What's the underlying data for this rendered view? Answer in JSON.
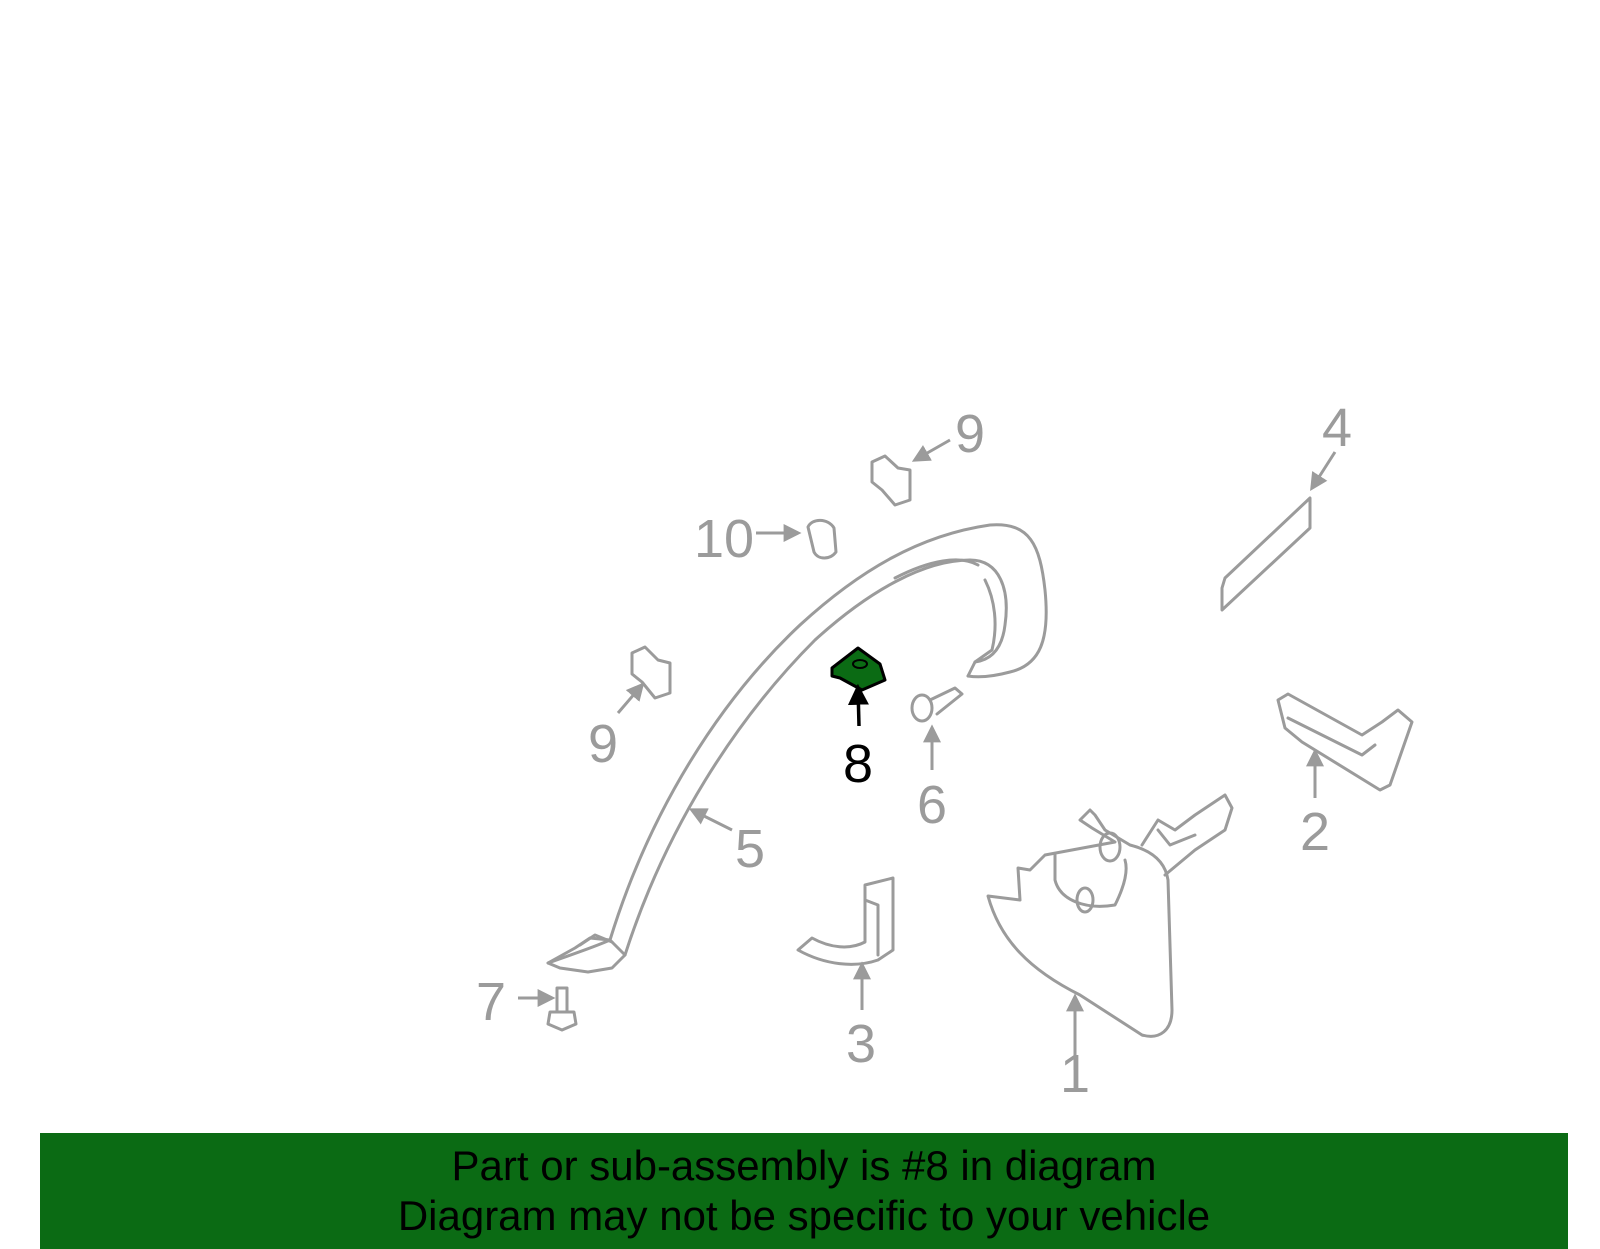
{
  "callouts": {
    "c1": "1",
    "c2": "2",
    "c3": "3",
    "c4": "4",
    "c5": "5",
    "c6": "6",
    "c7": "7",
    "c8": "8",
    "c9a": "9",
    "c9b": "9",
    "c10": "10"
  },
  "highlight_color": "#0b6b14",
  "banner": {
    "line1": "Part or sub-assembly is #8 in diagram",
    "line2": "Diagram may not be specific to your vehicle"
  }
}
